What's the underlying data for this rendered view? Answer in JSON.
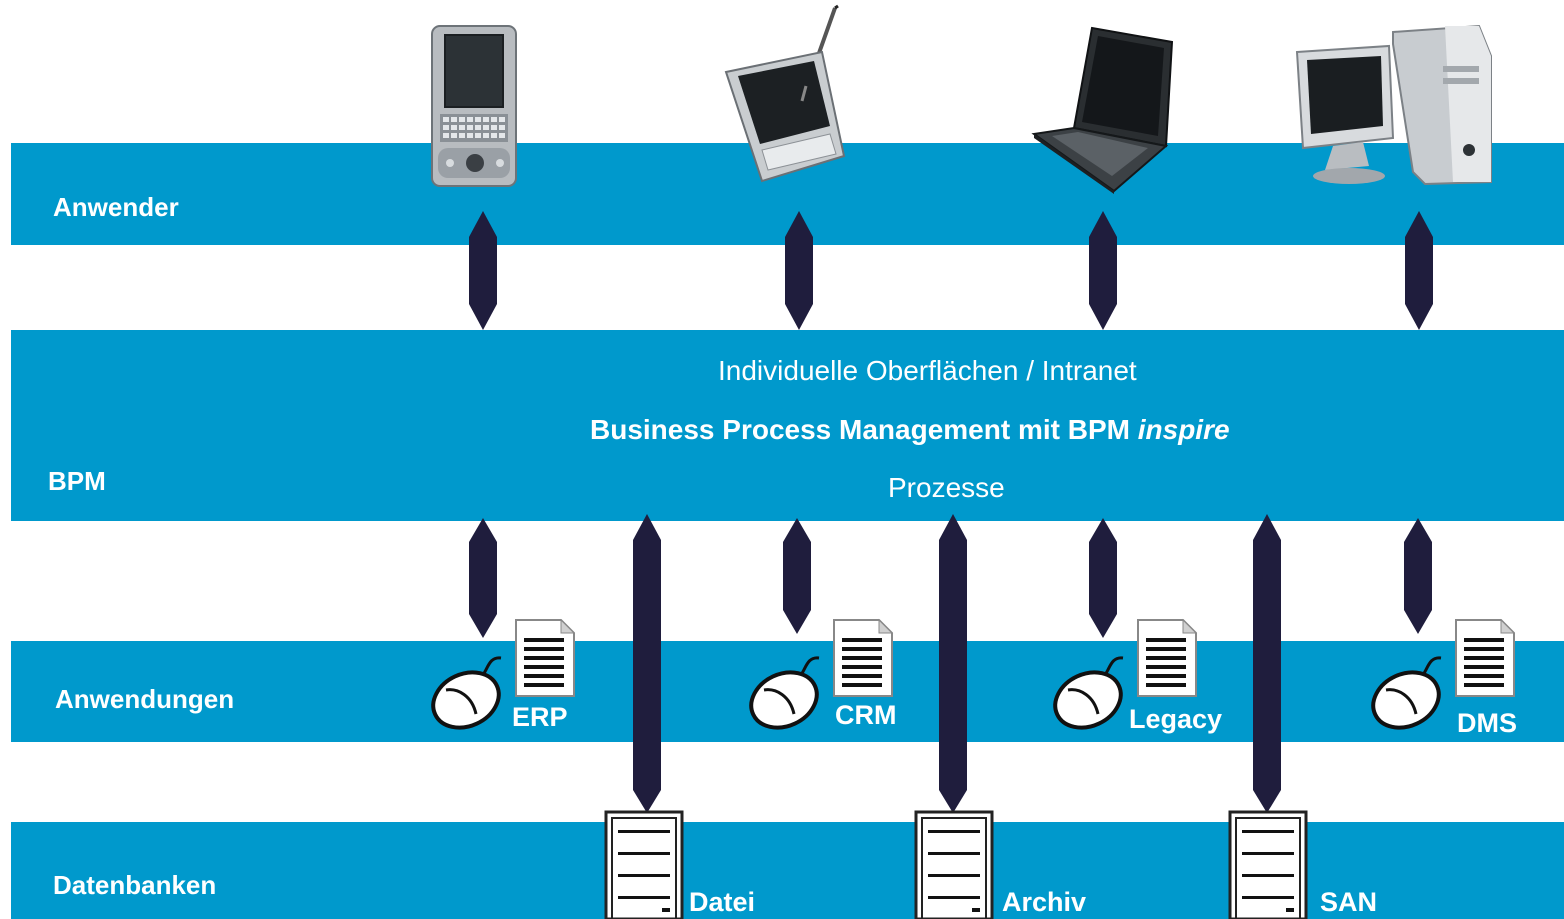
{
  "layers": {
    "users": "Anwender",
    "bpm": "BPM",
    "applications": "Anwendungen",
    "databases": "Datenbanken"
  },
  "bpm_layer": {
    "line1": "Individuelle Oberflächen / Intranet",
    "line2_main": "Business Process Management mit BPM ",
    "line2_emph": "inspire",
    "line3": "Prozesse"
  },
  "applications": [
    "ERP",
    "CRM",
    "Legacy",
    "DMS"
  ],
  "databases": [
    "Datei",
    "Archiv",
    "SAN"
  ],
  "devices": [
    "pda-keyboard",
    "tablet-stylus",
    "laptop",
    "desktop-pc"
  ],
  "colors": {
    "band": "#0099cc",
    "arrow": "#1f1d3d",
    "text": "#ffffff"
  }
}
